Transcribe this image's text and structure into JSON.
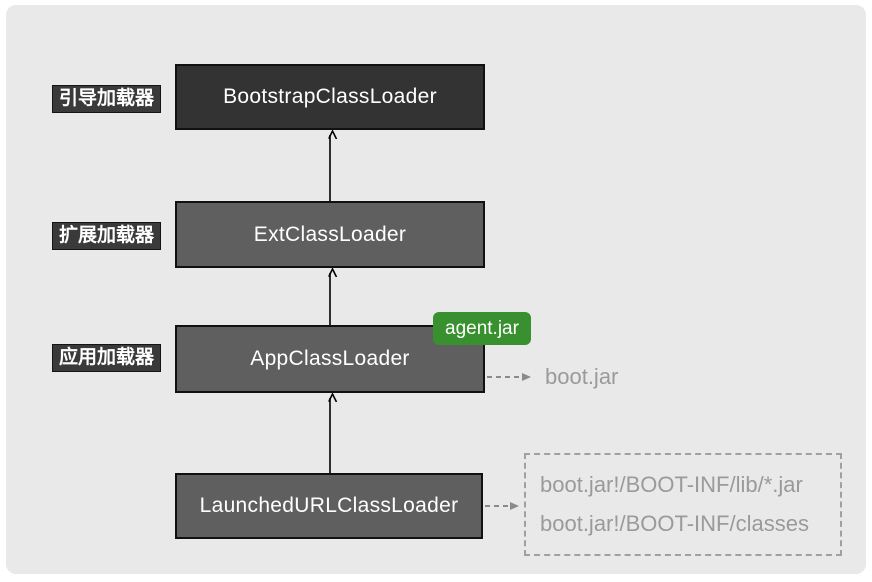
{
  "diagram": {
    "type": "flowchart",
    "title_hint": "JVM / Spring Boot class loader delegation hierarchy",
    "colors": {
      "canvas_bg": "#ffffff",
      "panel_bg": "#e9e9e9",
      "dark_node_fill": "#333333",
      "gray_node_fill": "#5f5f5f",
      "node_border": "#111111",
      "side_label_bg": "#3a3a3a",
      "node_text": "#ffffff",
      "green_badge_bg": "#38902f",
      "muted_text": "#9a9a9a",
      "solid_arrow": "#000000",
      "dashed_arrow": "#8a8a8a"
    },
    "nodes": [
      {
        "id": "bootstrap",
        "label": "BootstrapClassLoader"
      },
      {
        "id": "ext",
        "label": "ExtClassLoader"
      },
      {
        "id": "app",
        "label": "AppClassLoader"
      },
      {
        "id": "launched",
        "label": "LaunchedURLClassLoader"
      }
    ],
    "side_labels": [
      {
        "for": "bootstrap",
        "text": "引导加载器"
      },
      {
        "for": "ext",
        "text": "扩展加载器"
      },
      {
        "for": "app",
        "text": "应用加载器"
      }
    ],
    "badges": {
      "agent_jar": "agent.jar"
    },
    "annotations": {
      "boot_jar": "boot.jar",
      "dashed_box_lines": [
        "boot.jar!/BOOT-INF/lib/*.jar",
        "boot.jar!/BOOT-INF/classes"
      ]
    },
    "edges": [
      {
        "from": "ext",
        "to": "bootstrap",
        "style": "solid-up-arrow"
      },
      {
        "from": "app",
        "to": "ext",
        "style": "solid-up-arrow"
      },
      {
        "from": "launched",
        "to": "app",
        "style": "solid-up-arrow"
      },
      {
        "from": "app",
        "to": "boot.jar",
        "style": "dashed-right-arrow"
      },
      {
        "from": "launched",
        "to": "dashed-box",
        "style": "dashed-right-arrow"
      }
    ]
  }
}
